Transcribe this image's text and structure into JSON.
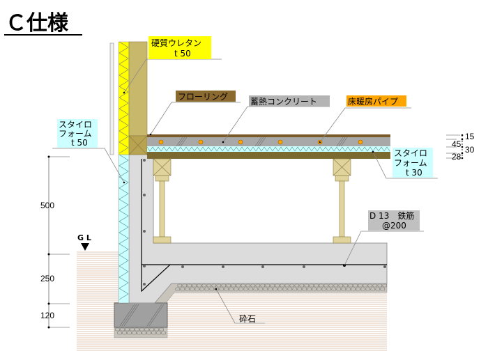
{
  "title": "Ｃ仕様",
  "labels": {
    "urethane": {
      "line1": "硬質ウレタン",
      "line2": "t 50",
      "color": "#ffff00"
    },
    "flooring": {
      "text": "フローリング",
      "color": "#8b6a30"
    },
    "concrete": {
      "text": "蓄熱コンクリート",
      "color": "#b4b4b4"
    },
    "pipe": {
      "text": "床暖房パイプ",
      "color": "#ffa500"
    },
    "styro30": {
      "line1": "スタイロ",
      "line2": "フォーム",
      "line3": "t 30",
      "color": "#ccffff"
    },
    "styro50": {
      "line1": "スタイロ",
      "line2": "フォーム",
      "line3": "t 50",
      "color": "#ccffff"
    },
    "rebar": {
      "line1": "D 13　鉄筋",
      "line2": "@200",
      "color": "#c0c0c0"
    },
    "gravel": {
      "text": "砕石"
    },
    "gl": "G L"
  },
  "dimensions_left": [
    "500",
    "250",
    "120"
  ],
  "dimensions_right": [
    "15",
    "45",
    "30",
    "28"
  ]
}
